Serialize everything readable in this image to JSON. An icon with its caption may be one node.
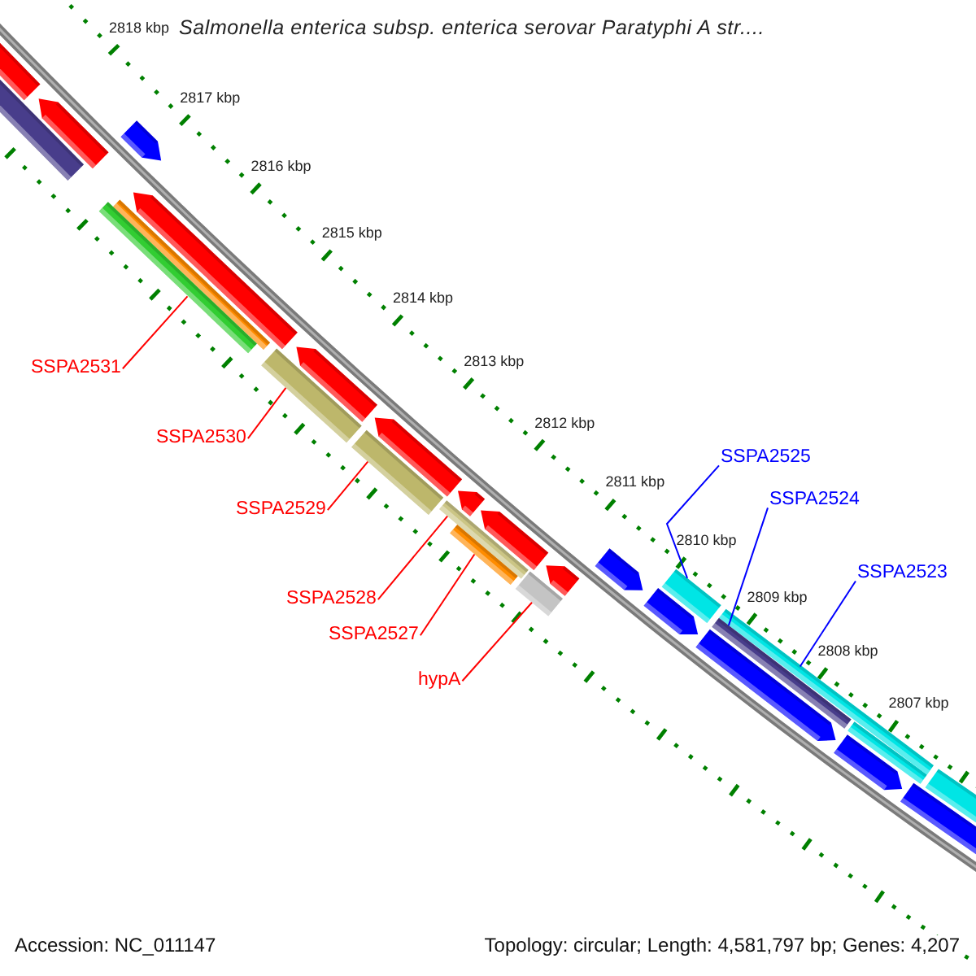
{
  "diagram": {
    "title": "Salmonella enterica subsp. enterica serovar Paratyphi A str....",
    "nodes": [
      {
        "text": [
          "SSPA2531"
        ]
      },
      {
        "text": [
          "SSPA2530"
        ]
      },
      {
        "text": [
          "SSPA2529"
        ]
      },
      {
        "text": [
          "SSPA2528"
        ]
      },
      {
        "text": [
          "SSPA2527"
        ]
      },
      {
        "text": [
          "hypA"
        ]
      },
      {
        "text": [
          "SSPA2525"
        ]
      },
      {
        "text": [
          "SSPA2524"
        ]
      },
      {
        "text": [
          "SSPA2523"
        ]
      },
      {
        "text": [],
        "shape": "bar"
      },
      {
        "text": [],
        "shape": "bar"
      },
      {
        "text": [],
        "shape": "bar"
      },
      {
        "text": [],
        "shape": "bar"
      },
      {
        "text": [],
        "shape": "bar"
      },
      {
        "text": [],
        "shape": "bar"
      },
      {
        "text": [],
        "shape": "bar"
      },
      {
        "text": [],
        "shape": "bar"
      },
      {
        "text": [],
        "shape": "bar"
      }
    ],
    "edges": [
      {
        "from": 0,
        "to": 9,
        "arrow": "none"
      },
      {
        "from": 1,
        "to": 10,
        "arrow": "none"
      },
      {
        "from": 2,
        "to": 11,
        "arrow": "none"
      },
      {
        "from": 3,
        "to": 12,
        "arrow": "none"
      },
      {
        "from": 4,
        "to": 13,
        "arrow": "none"
      },
      {
        "from": 5,
        "to": 14,
        "arrow": "none"
      },
      {
        "from": 6,
        "to": 15,
        "arrow": "none",
        "color": "#0000ff"
      },
      {
        "from": 7,
        "to": 17,
        "arrow": "none",
        "color": "#0000ff"
      },
      {
        "from": 8,
        "to": 16,
        "arrow": "none",
        "color": "#0000ff"
      }
    ],
    "labels": [
      "2818 kbp",
      "2817 kbp",
      "2816 kbp",
      "2815 kbp",
      "2814 kbp",
      "2813 kbp",
      "2812 kbp",
      "2811 kbp",
      "2810 kbp",
      "2809 kbp",
      "2808 kbp",
      "2807 kbp",
      "Accession: NC_011147",
      "Topology: circular; Length: 4,581,797 bp; Genes: 4,207"
    ]
  }
}
